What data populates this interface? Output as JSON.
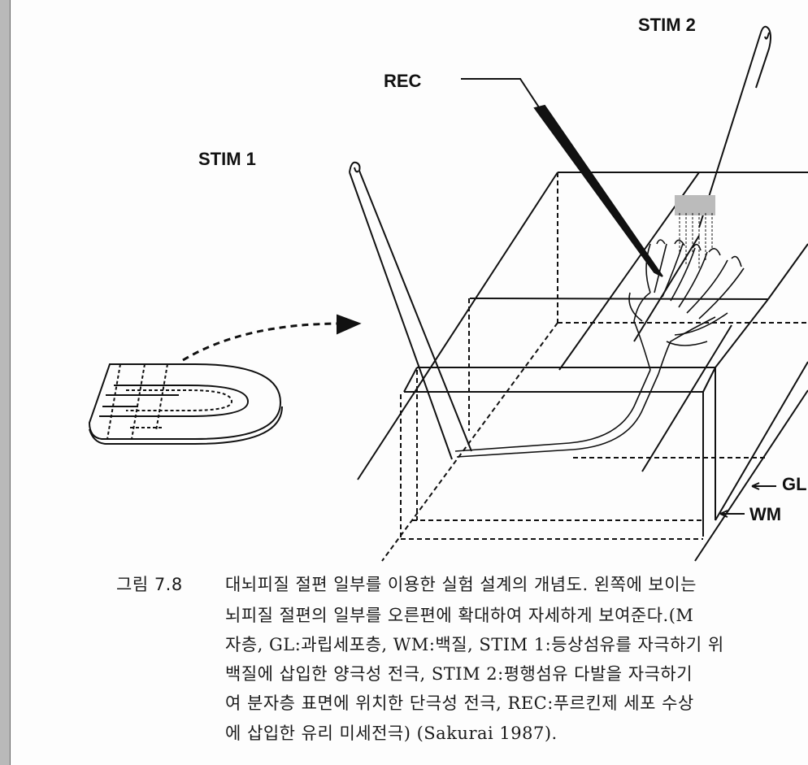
{
  "figure": {
    "labels": {
      "stim2": "STIM 2",
      "rec": "REC",
      "stim1": "STIM 1",
      "gl": "GL",
      "wm": "WM"
    },
    "ink_color": "#111111"
  },
  "caption": {
    "label": "그림 7.8",
    "lines": [
      "대뇌피질 절편 일부를 이용한 실험 설계의 개념도. 왼쪽에 보이는",
      "뇌피질 절편의 일부를 오른편에 확대하여 자세하게 보여준다.(M",
      "자층, GL:과립세포층, WM:백질, STIM 1:등상섬유를 자극하기 위",
      "백질에 삽입한 양극성 전극, STIM 2:평행섬유 다발을 자극하기",
      "여 분자층 표면에 위치한 단극성 전극, REC:푸르킨제 세포 수상",
      "에 삽입한 유리 미세전극) (Sakurai 1987)."
    ]
  }
}
